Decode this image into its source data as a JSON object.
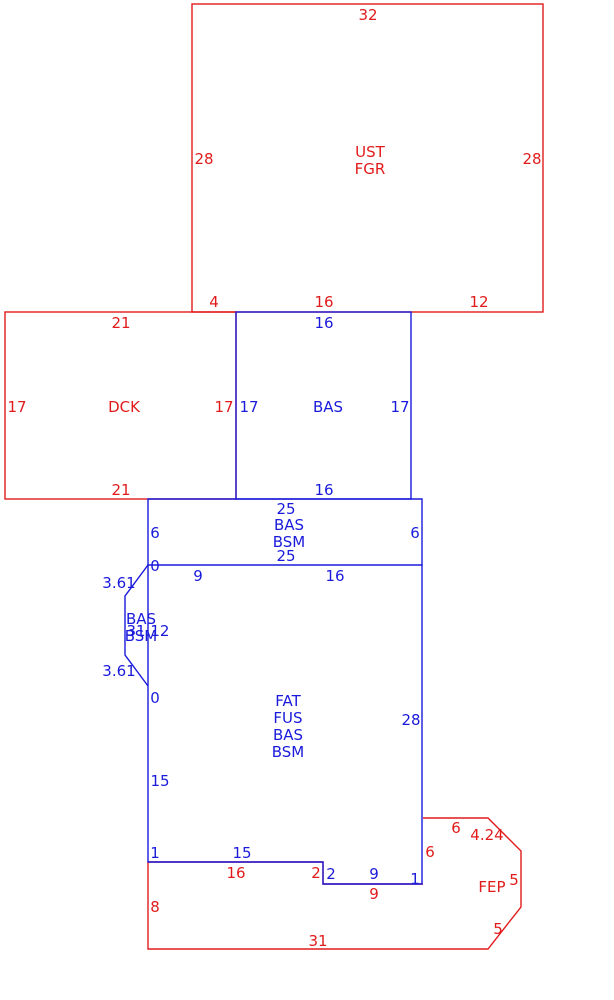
{
  "colors": {
    "red": "#e11b1b",
    "blue": "#1a1adb"
  },
  "areas": {
    "garage": {
      "line1": "UST",
      "line2": "FGR"
    },
    "deck": {
      "label": "DCK"
    },
    "bas_top": {
      "label": "BAS"
    },
    "bas_bsm_strip": {
      "line1": "BAS",
      "line2": "BSM"
    },
    "bay": {
      "line1": "BAS",
      "line2": "BSM",
      "overlap": "31.12"
    },
    "main": {
      "line1": "FAT",
      "line2": "FUS",
      "line3": "BAS",
      "line4": "BSM"
    },
    "porch": {
      "label": "FEP"
    }
  },
  "dims": {
    "garage_top": "32",
    "garage_left": "28",
    "garage_right": "28",
    "garage_bottom_a": "4",
    "garage_bottom_b": "16",
    "garage_bottom_c": "12",
    "deck_top": "21",
    "deck_left": "17",
    "deck_right": "17",
    "deck_bottom": "21",
    "bas_top_top": "16",
    "bas_top_left": "17",
    "bas_top_right": "17",
    "bas_top_bottom": "16",
    "strip_top": "25",
    "strip_left": "6",
    "strip_right": "6",
    "strip_bottom": "25",
    "main_top_zero": "0",
    "main_top_a": "9",
    "main_top_b": "16",
    "bay_upper": "3.61",
    "bay_lower": "3.61",
    "main_left_zero": "0",
    "main_left": "15",
    "main_right": "28",
    "main_corner": "1",
    "main_bottom": "15",
    "notch_side": "2",
    "notch_bottom": "9",
    "notch_right": "1",
    "porch_top": "6",
    "porch_diag_top": "4.24",
    "porch_left": "6",
    "porch_right": "5",
    "porch_diag_bottom": "5",
    "porch_bottom_a": "16",
    "porch_bottom_b": "2",
    "porch_bottom_c": "9",
    "porch_left_outer": "8",
    "porch_bottom": "31"
  }
}
